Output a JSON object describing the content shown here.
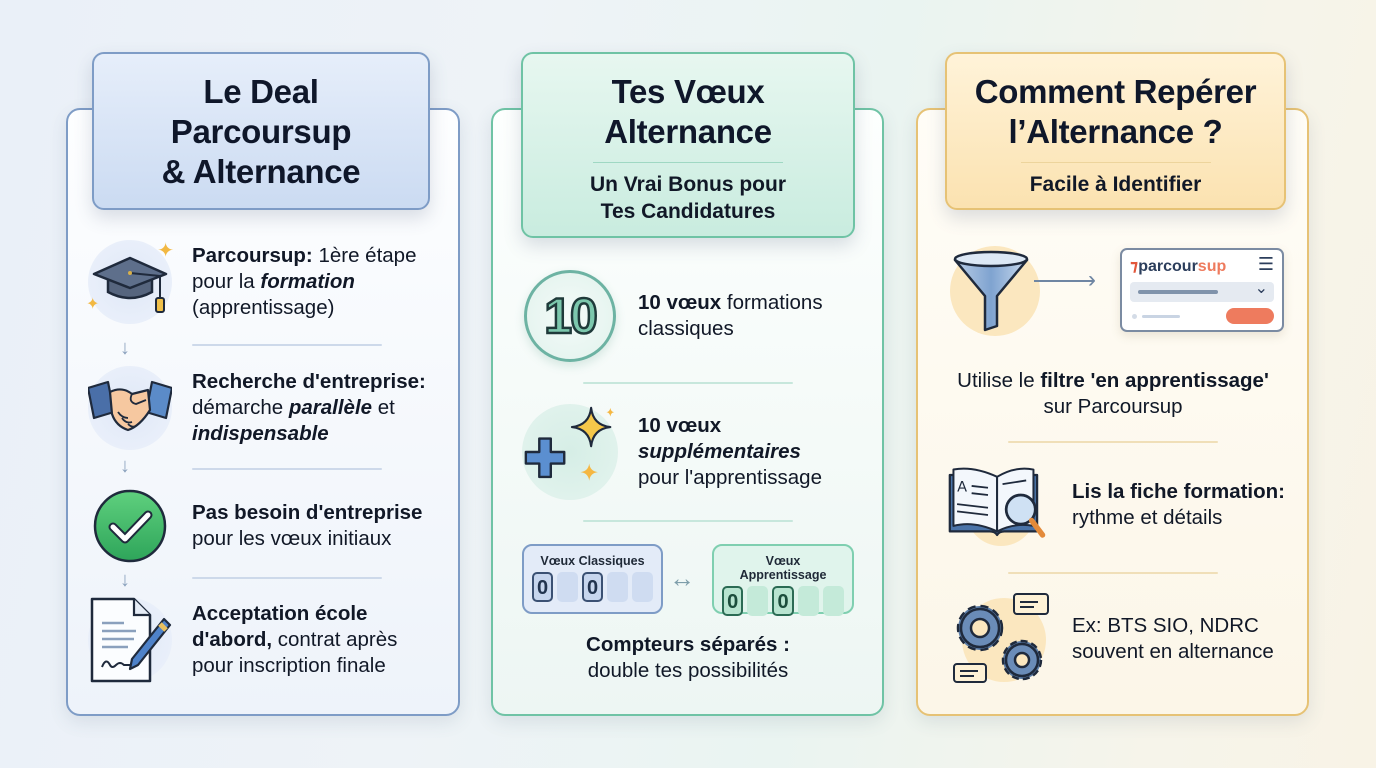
{
  "colors": {
    "blue_accent": "#7e9cc6",
    "green_accent": "#6fc3a5",
    "gold_accent": "#e6c275",
    "parcoursup_orange": "#ee7b5e",
    "text_dark": "#0f172a"
  },
  "panels": [
    {
      "title_lines": [
        "Le Deal",
        "Parcoursup",
        "& Alternance"
      ],
      "items": [
        {
          "icon": "graduation-cap-icon",
          "bold": "Parcoursup:",
          "text1": " 1ère étape",
          "text2": "pour la ",
          "italic": "formation",
          "text3": "(apprentissage)"
        },
        {
          "icon": "handshake-icon",
          "bold": "Recherche d'entreprise:",
          "text1": "démarche ",
          "italic1": "parallèle",
          "text2": " et",
          "italic2": "indispensable"
        },
        {
          "icon": "check-circle-icon",
          "bold": "Pas besoin d'entreprise",
          "text1": "pour les vœux initiaux"
        },
        {
          "icon": "signed-document-icon",
          "bold1": "Acceptation école",
          "bold2": "d'abord,",
          "text1": " contrat après",
          "text2": "pour inscription finale"
        }
      ],
      "flow_arrow": "↓"
    },
    {
      "title_lines": [
        "Tes Vœux",
        "Alternance"
      ],
      "subtitle_lines": [
        "Un Vrai Bonus pour",
        "Tes Candidatures"
      ],
      "items": [
        {
          "icon": "number-10-icon",
          "icon_text": "10",
          "bold": "10 vœux",
          "text1": " formations",
          "text2": "classiques"
        },
        {
          "icon": "plus-sparkle-icon",
          "bold": "10 vœux",
          "italic": "supplémentaires",
          "text1": "pour l'apprentissage"
        }
      ],
      "counters": [
        {
          "label": "Vœux Classiques",
          "cells": [
            "0",
            "",
            "0",
            "",
            ""
          ]
        },
        {
          "label": "Vœux Apprentissage",
          "cells": [
            "0",
            "",
            "0",
            "",
            ""
          ]
        }
      ],
      "counter_arrow": "↔",
      "footer_bold": "Compteurs séparés :",
      "footer_text": "double tes possibilités"
    },
    {
      "title_lines": [
        "Comment Repérer",
        "l’Alternance ?"
      ],
      "subtitle_lines": [
        "Facile à Identifier"
      ],
      "mockup": {
        "logo_prefix": "parcour",
        "logo_suffix": "sup",
        "menu_icon": "☰",
        "dropdown_chevron": "⌄"
      },
      "items": [
        {
          "icon": "funnel-icon",
          "text1": "Utilise le ",
          "bold": "filtre 'en apprentissage'",
          "text2": "sur Parcoursup"
        },
        {
          "icon": "book-magnifier-icon",
          "bold": "Lis la fiche formation:",
          "text1": "rythme et détails"
        },
        {
          "icon": "gears-chat-icon",
          "text1": "Ex: BTS SIO, NDRC",
          "text2": "souvent en alternance"
        }
      ]
    }
  ]
}
